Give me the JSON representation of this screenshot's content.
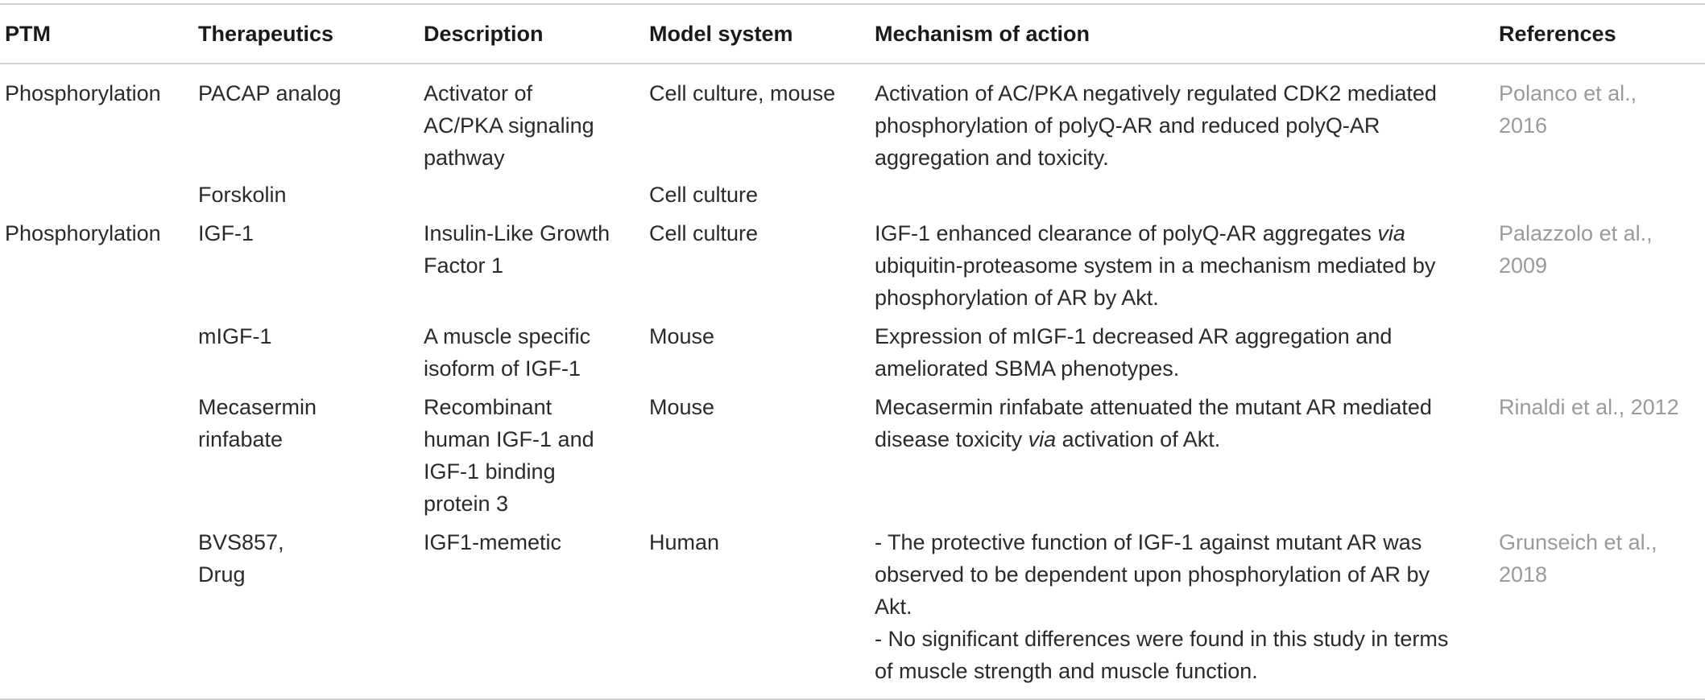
{
  "headers": [
    "PTM",
    "Therapeutics",
    "Description",
    "Model system",
    "Mechanism of action",
    "References"
  ],
  "rows": [
    {
      "ptm": "Phosphorylation",
      "therapeutics": [
        "PACAP analog"
      ],
      "description": [
        "Activator of",
        "AC/PKA signaling",
        "pathway"
      ],
      "model": [
        "Cell culture, mouse"
      ],
      "mechanism": [
        "Activation of AC/PKA negatively regulated CDK2 mediated",
        "phosphorylation of polyQ-AR and reduced polyQ-AR",
        "aggregation and toxicity."
      ],
      "references": [
        "Polanco et al.,",
        "2016"
      ]
    },
    {
      "ptm": "",
      "therapeutics": [
        "Forskolin"
      ],
      "description": [],
      "model": [
        "Cell culture"
      ],
      "mechanism": [],
      "references": []
    },
    {
      "ptm": "Phosphorylation",
      "therapeutics": [
        "IGF-1"
      ],
      "description": [
        "Insulin-Like Growth",
        "Factor 1"
      ],
      "model": [
        "Cell culture"
      ],
      "mechanism_html_parts": [
        {
          "pre": "IGF-1 enhanced clearance of polyQ-AR aggregates ",
          "em": "via",
          "post": ""
        },
        {
          "pre": "ubiquitin-proteasome system in a mechanism mediated by",
          "em": "",
          "post": ""
        },
        {
          "pre": "phosphorylation of AR by Akt.",
          "em": "",
          "post": ""
        }
      ],
      "references": [
        "Palazzolo et al.,",
        "2009"
      ]
    },
    {
      "ptm": "",
      "therapeutics": [
        "mIGF-1"
      ],
      "description": [
        "A muscle specific",
        "isoform of IGF-1"
      ],
      "model": [
        "Mouse"
      ],
      "mechanism": [
        "Expression of mIGF-1 decreased AR aggregation and",
        "ameliorated SBMA phenotypes."
      ],
      "references": []
    },
    {
      "ptm": "",
      "therapeutics": [
        "Mecasermin",
        "rinfabate"
      ],
      "description": [
        "Recombinant",
        "human IGF-1 and",
        "IGF-1 binding",
        "protein 3"
      ],
      "model": [
        "Mouse"
      ],
      "mechanism_html_parts": [
        {
          "pre": "Mecasermin rinfabate attenuated the mutant AR mediated",
          "em": "",
          "post": ""
        },
        {
          "pre": "disease toxicity ",
          "em": "via",
          "post": " activation of Akt."
        }
      ],
      "references": [
        "Rinaldi et al., 2012"
      ]
    },
    {
      "ptm": "",
      "therapeutics": [
        "BVS857,",
        "Drug"
      ],
      "description": [
        "IGF1-memetic"
      ],
      "model": [
        "Human"
      ],
      "mechanism": [
        "- The protective function of IGF-1 against mutant AR was",
        "observed to be dependent upon phosphorylation of AR by",
        "Akt.",
        "- No significant differences were found in this study in terms",
        "of muscle strength and muscle function."
      ],
      "references": [
        "Grunseich et al.,",
        "2018"
      ]
    }
  ]
}
